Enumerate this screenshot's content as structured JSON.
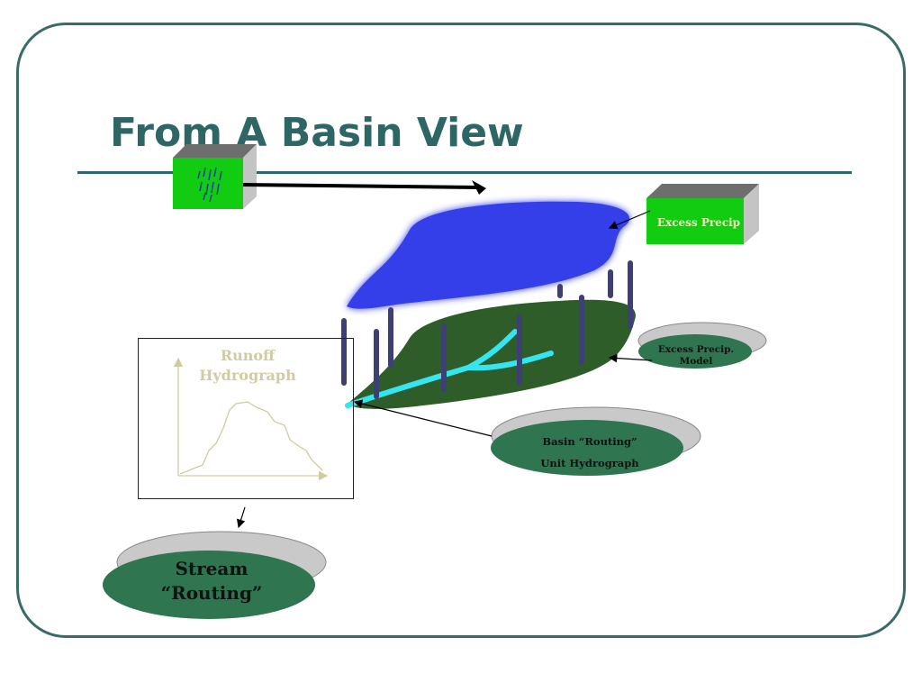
{
  "slide": {
    "title": "From A Basin View"
  },
  "labels": {
    "excess_precip": "Excess Precip",
    "excess_precip_model_line1": "Excess Precip.",
    "excess_precip_model_line2": "Model",
    "basin_routing_line1": "Basin “Routing”",
    "basin_routing_line2": "Unit Hydrograph",
    "runoff_line1": "Runoff",
    "runoff_line2": "Hydrograph",
    "stream_line1": "Stream",
    "stream_line2": "“Routing”"
  },
  "colors": {
    "title": "#2e6666",
    "frame": "#3a6b66",
    "green_box": "#11cc11",
    "rain_cloud": "#2a35e8",
    "basin": "#2f5d2a",
    "stream": "#33e6f0",
    "ellipse_green": "#2e7550",
    "hydrograph_line": "#cfcca0",
    "rain_columns": "#3d3f75"
  },
  "icons": {
    "rain_box": "rain-icon"
  }
}
